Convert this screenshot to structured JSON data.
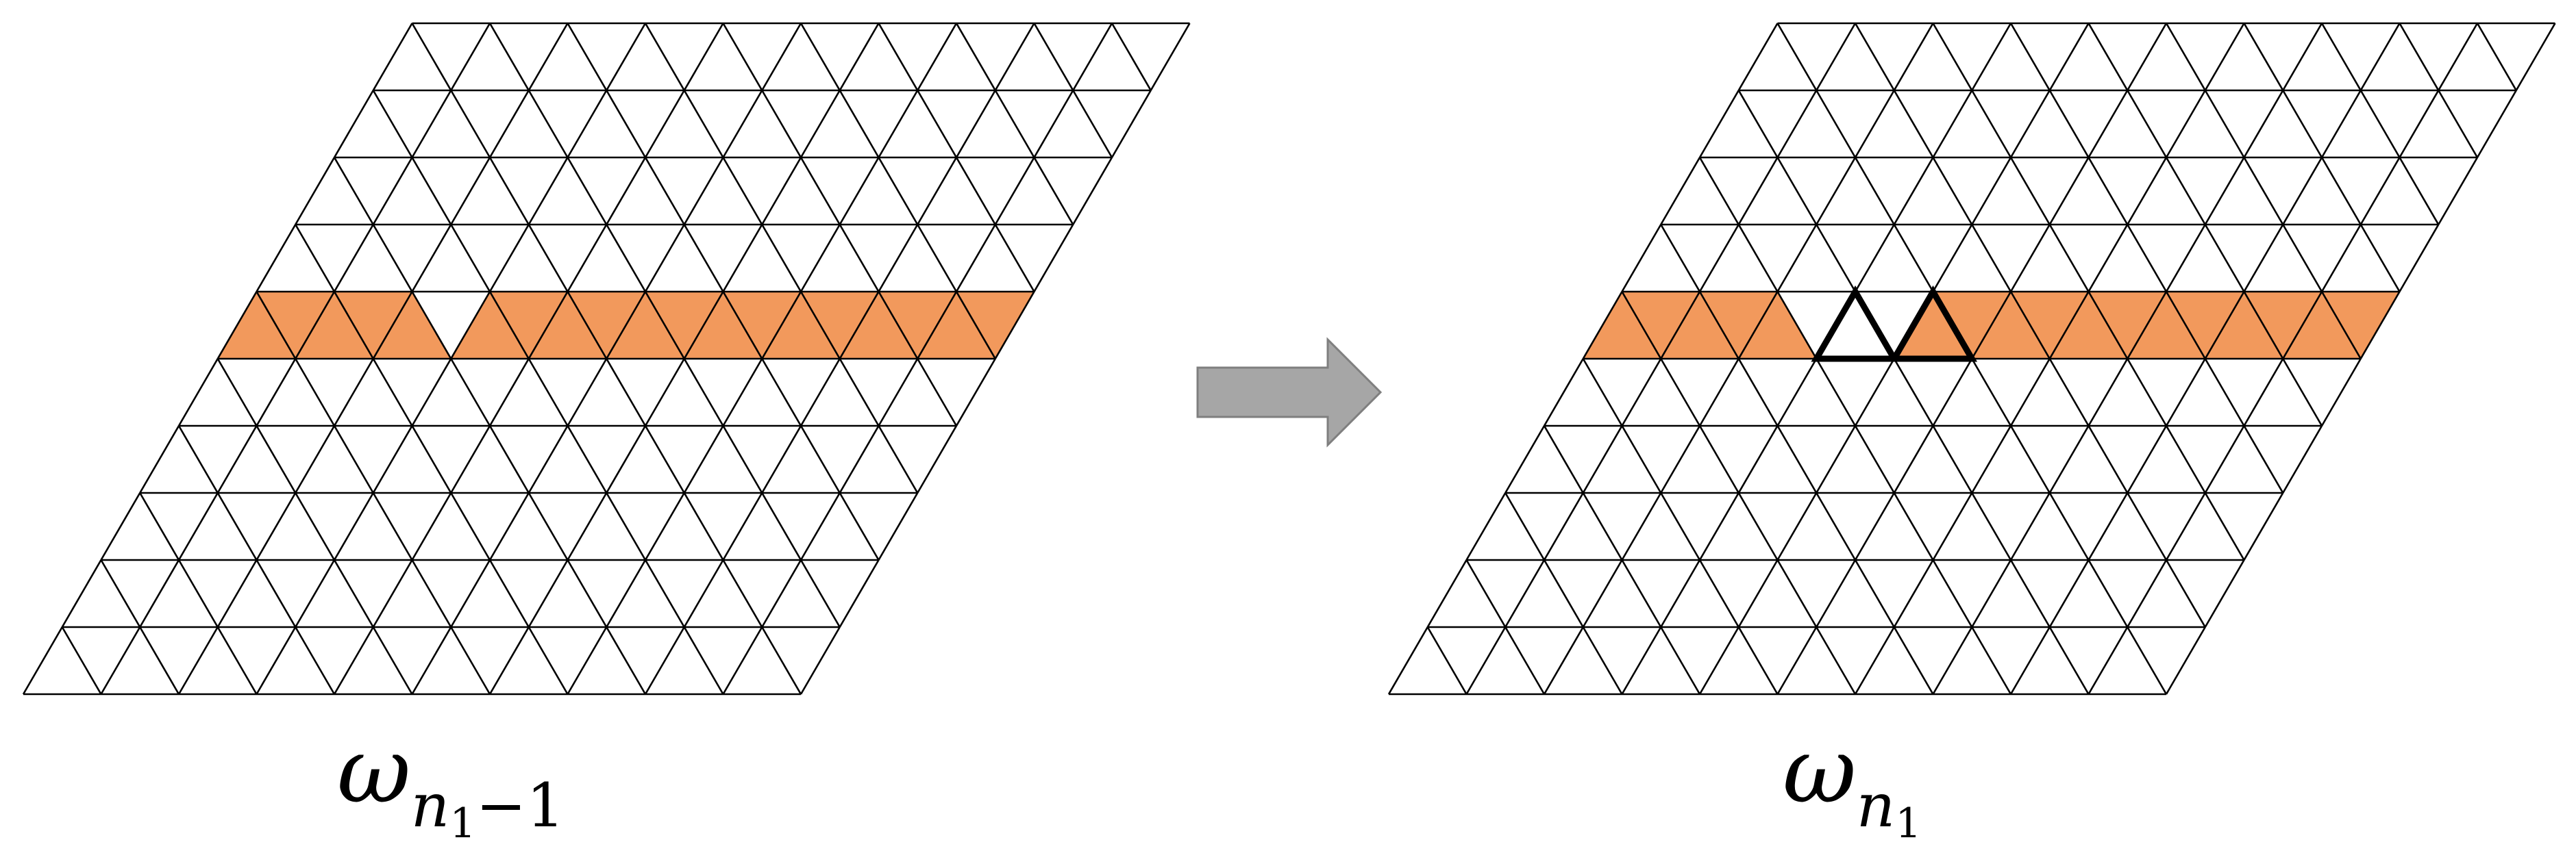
{
  "panels": [
    {
      "id": "left",
      "caption": {
        "symbol": "ω",
        "sub_var": "n",
        "sub_index": "1",
        "sub_rest": "−1"
      },
      "lattice": {
        "rows": 10,
        "cols": 10,
        "highlight_row": 4,
        "row_gaps": [
          5
        ],
        "bold_triangles": []
      }
    },
    {
      "id": "right",
      "caption": {
        "symbol": "ω",
        "sub_var": "n",
        "sub_index": "1",
        "sub_rest": ""
      },
      "lattice": {
        "rows": 10,
        "cols": 10,
        "highlight_row": 4,
        "row_gaps": [
          5,
          6,
          7
        ],
        "bold_triangles": [
          6,
          8
        ]
      }
    }
  ],
  "colors": {
    "highlight_fill": "#F2995C",
    "grid_stroke": "#000000",
    "arrow_fill": "#A6A6A6",
    "arrow_stroke": "#7F7F7F"
  },
  "arrow": {
    "icon": "right-arrow-icon"
  }
}
